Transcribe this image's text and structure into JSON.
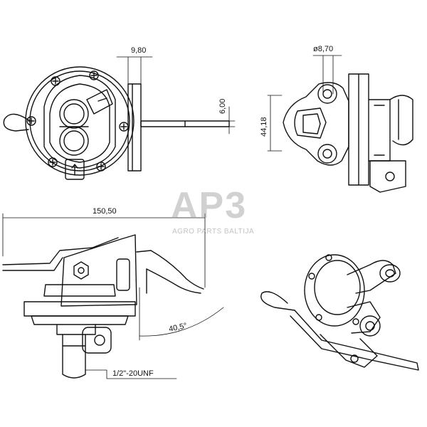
{
  "watermark": {
    "logo_text": "AP3",
    "tagline": "AGRO PARTS BALTIJA"
  },
  "dimensions": {
    "top_view_width": "9,80",
    "top_view_plate": "6,00",
    "right_view_hole": "ø8,70",
    "right_view_height": "44,18",
    "side_view_length": "150,50",
    "side_view_angle": "40,5°",
    "thread": "1/2\"-20UNF"
  }
}
